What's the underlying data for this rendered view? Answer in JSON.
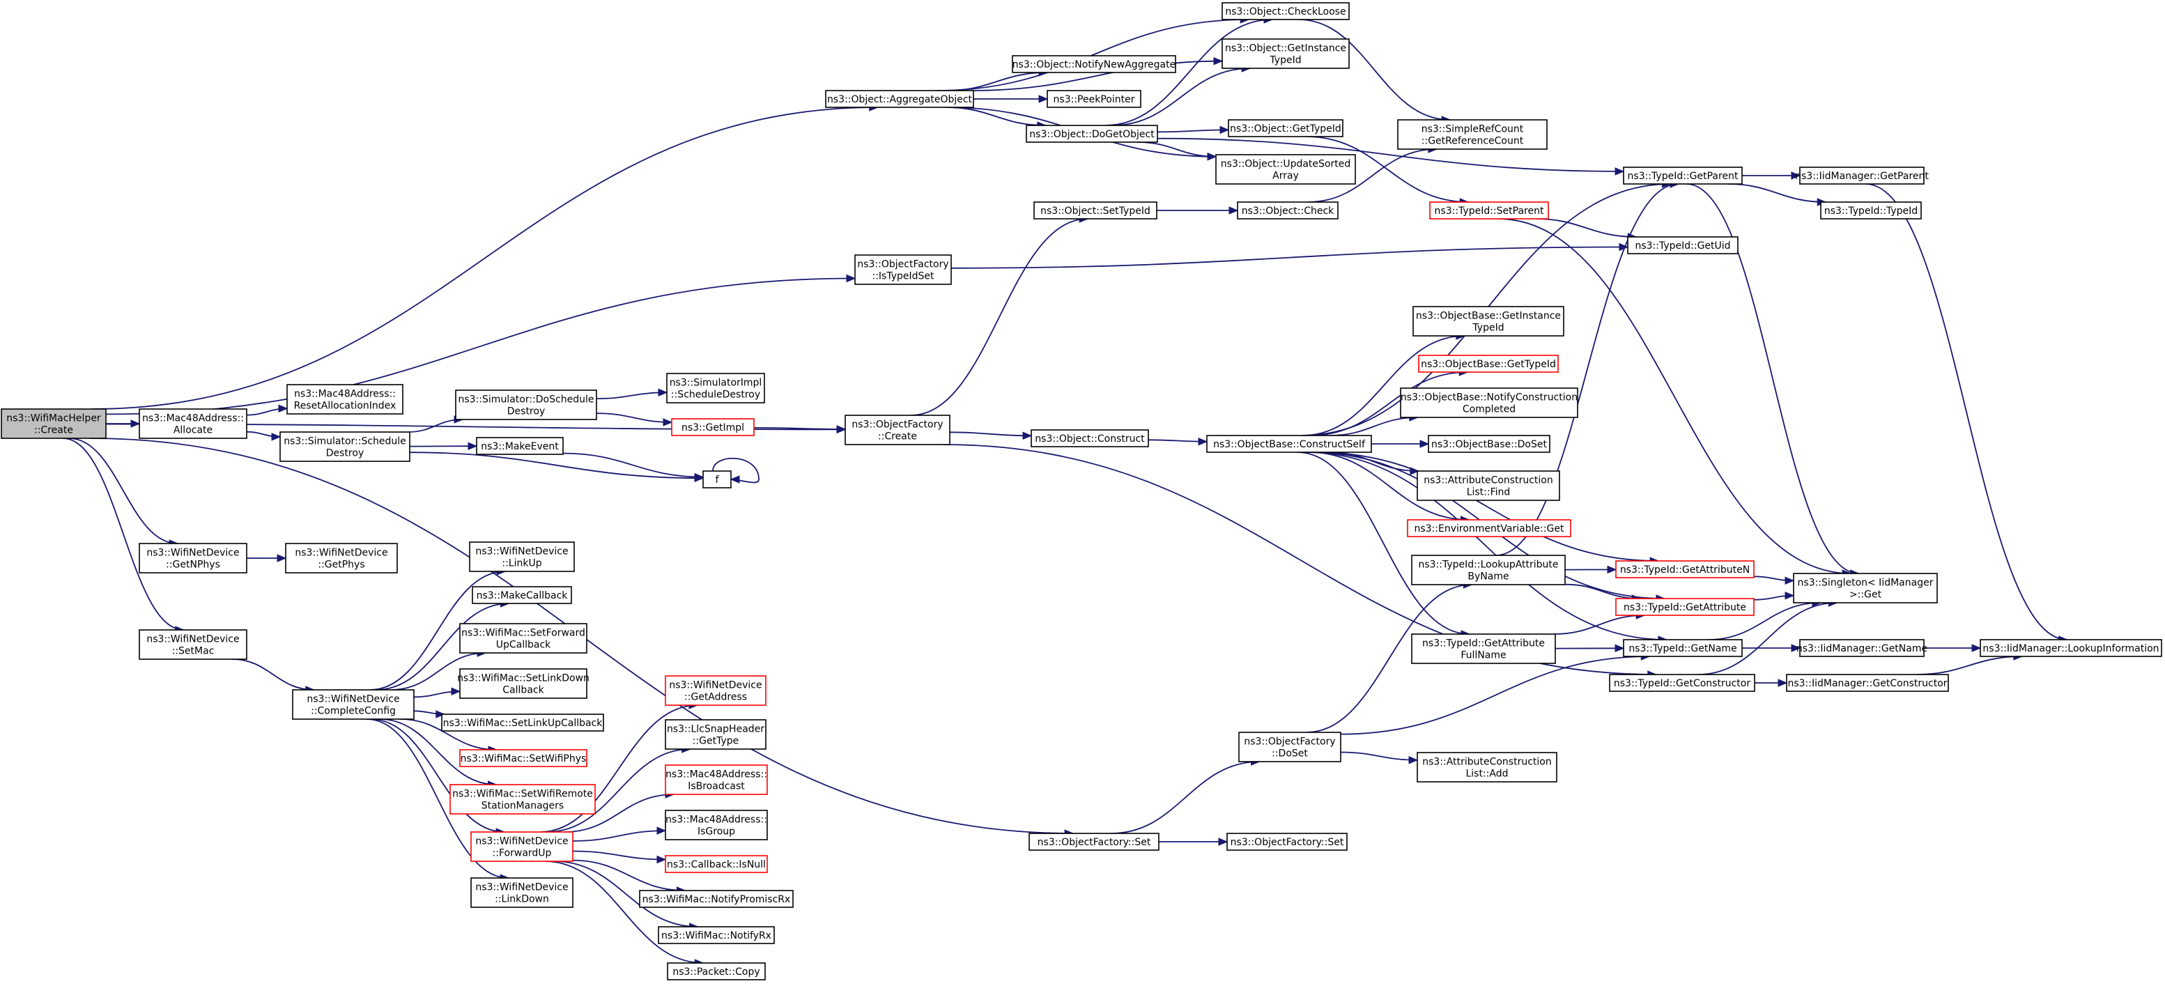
{
  "colors": {
    "edge": "#191970",
    "highlight_border": "#ff0000",
    "root_fill": "#bfbfbf",
    "box_border": "#000000",
    "background": "#ffffff"
  },
  "nodes": [
    {
      "id": "root",
      "lines": [
        "ns3::WifiMacHelper",
        "::Create"
      ],
      "root": true
    },
    {
      "id": "m48alloc",
      "lines": [
        "ns3::Mac48Address::",
        "Allocate"
      ]
    },
    {
      "id": "m48reset",
      "lines": [
        "ns3::Mac48Address::",
        "ResetAllocationIndex"
      ]
    },
    {
      "id": "simsched",
      "lines": [
        "ns3::Simulator::Schedule",
        "Destroy"
      ]
    },
    {
      "id": "simdosched",
      "lines": [
        "ns3::Simulator::DoSchedule",
        "Destroy"
      ]
    },
    {
      "id": "simimpl",
      "lines": [
        "ns3::SimulatorImpl",
        "::ScheduleDestroy"
      ]
    },
    {
      "id": "getimpl",
      "lines": [
        "ns3::GetImpl"
      ],
      "red": true
    },
    {
      "id": "makeevent",
      "lines": [
        "ns3::MakeEvent"
      ]
    },
    {
      "id": "f",
      "lines": [
        "f"
      ]
    },
    {
      "id": "aggregate",
      "lines": [
        "ns3::Object::AggregateObject"
      ]
    },
    {
      "id": "checkloose",
      "lines": [
        "ns3::Object::CheckLoose"
      ]
    },
    {
      "id": "getinst",
      "lines": [
        "ns3::Object::GetInstance",
        "TypeId"
      ]
    },
    {
      "id": "notifyagg",
      "lines": [
        "ns3::Object::NotifyNewAggregate"
      ]
    },
    {
      "id": "peek",
      "lines": [
        "ns3::PeekPointer"
      ]
    },
    {
      "id": "dogetobj",
      "lines": [
        "ns3::Object::DoGetObject"
      ]
    },
    {
      "id": "objgettid",
      "lines": [
        "ns3::Object::GetTypeId"
      ]
    },
    {
      "id": "updsorted",
      "lines": [
        "ns3::Object::UpdateSorted",
        "Array"
      ]
    },
    {
      "id": "simpleref",
      "lines": [
        "ns3::SimpleRefCount",
        "::GetReferenceCount"
      ]
    },
    {
      "id": "tidparent",
      "lines": [
        "ns3::TypeId::GetParent"
      ]
    },
    {
      "id": "iidparent",
      "lines": [
        "ns3::IidManager::GetParent"
      ]
    },
    {
      "id": "tidtid",
      "lines": [
        "ns3::TypeId::TypeId"
      ]
    },
    {
      "id": "tidsetparent",
      "lines": [
        "ns3::TypeId::SetParent"
      ],
      "red": true
    },
    {
      "id": "tiduid",
      "lines": [
        "ns3::TypeId::GetUid"
      ]
    },
    {
      "id": "setTypeId",
      "lines": [
        "ns3::Object::SetTypeId"
      ]
    },
    {
      "id": "objcheck",
      "lines": [
        "ns3::Object::Check"
      ]
    },
    {
      "id": "ofistype",
      "lines": [
        "ns3::ObjectFactory",
        "::IsTypeIdSet"
      ]
    },
    {
      "id": "ofcreate",
      "lines": [
        "ns3::ObjectFactory",
        "::Create"
      ]
    },
    {
      "id": "objconstruct",
      "lines": [
        "ns3::Object::Construct"
      ]
    },
    {
      "id": "constructself",
      "lines": [
        "ns3::ObjectBase::ConstructSelf"
      ]
    },
    {
      "id": "obgetinst",
      "lines": [
        "ns3::ObjectBase::GetInstance",
        "TypeId"
      ]
    },
    {
      "id": "obgettid",
      "lines": [
        "ns3::ObjectBase::GetTypeId"
      ],
      "red": true
    },
    {
      "id": "obnotify",
      "lines": [
        "ns3::ObjectBase::NotifyConstruction",
        "Completed"
      ]
    },
    {
      "id": "obdoset",
      "lines": [
        "ns3::ObjectBase::DoSet"
      ]
    },
    {
      "id": "aclfind",
      "lines": [
        "ns3::AttributeConstruction",
        "List::Find"
      ]
    },
    {
      "id": "envget",
      "lines": [
        "ns3::EnvironmentVariable::Get"
      ],
      "red": true
    },
    {
      "id": "lookupattr",
      "lines": [
        "ns3::TypeId::LookupAttribute",
        "ByName"
      ]
    },
    {
      "id": "getattrn",
      "lines": [
        "ns3::TypeId::GetAttributeN"
      ],
      "red": true
    },
    {
      "id": "getattr",
      "lines": [
        "ns3::TypeId::GetAttribute"
      ],
      "red": true
    },
    {
      "id": "singleton",
      "lines": [
        "ns3::Singleton< IidManager",
        " >::Get"
      ]
    },
    {
      "id": "getattrfull",
      "lines": [
        "ns3::TypeId::GetAttribute",
        "FullName"
      ]
    },
    {
      "id": "tidgetname",
      "lines": [
        "ns3::TypeId::GetName"
      ]
    },
    {
      "id": "iidgetname",
      "lines": [
        "ns3::IidManager::GetName"
      ]
    },
    {
      "id": "lookupinfo",
      "lines": [
        "ns3::IidManager::LookupInformation"
      ]
    },
    {
      "id": "tidgetctor",
      "lines": [
        "ns3::TypeId::GetConstructor"
      ]
    },
    {
      "id": "iidgetctor",
      "lines": [
        "ns3::IidManager::GetConstructor"
      ]
    },
    {
      "id": "ofdoset",
      "lines": [
        "ns3::ObjectFactory",
        "::DoSet"
      ]
    },
    {
      "id": "acladd",
      "lines": [
        "ns3::AttributeConstruction",
        "List::Add"
      ]
    },
    {
      "id": "ofset",
      "lines": [
        "ns3::ObjectFactory::Set"
      ]
    },
    {
      "id": "ofset2",
      "lines": [
        "ns3::ObjectFactory::Set"
      ]
    },
    {
      "id": "getnphys",
      "lines": [
        "ns3::WifiNetDevice",
        "::GetNPhys"
      ]
    },
    {
      "id": "getphys",
      "lines": [
        "ns3::WifiNetDevice",
        "::GetPhys"
      ]
    },
    {
      "id": "setmac",
      "lines": [
        "ns3::WifiNetDevice",
        "::SetMac"
      ]
    },
    {
      "id": "completecfg",
      "lines": [
        "ns3::WifiNetDevice",
        "::CompleteConfig"
      ]
    },
    {
      "id": "linkup",
      "lines": [
        "ns3::WifiNetDevice",
        "::LinkUp"
      ]
    },
    {
      "id": "makecb",
      "lines": [
        "ns3::MakeCallback"
      ]
    },
    {
      "id": "setfwdup",
      "lines": [
        "ns3::WifiMac::SetForward",
        "UpCallback"
      ]
    },
    {
      "id": "setlinkdown",
      "lines": [
        "ns3::WifiMac::SetLinkDown",
        "Callback"
      ]
    },
    {
      "id": "setlinkup",
      "lines": [
        "ns3::WifiMac::SetLinkUpCallback"
      ]
    },
    {
      "id": "setwifiphys",
      "lines": [
        "ns3::WifiMac::SetWifiPhys"
      ],
      "red": true
    },
    {
      "id": "setremote",
      "lines": [
        "ns3::WifiMac::SetWifiRemote",
        "StationManagers"
      ],
      "red": true
    },
    {
      "id": "fwdup",
      "lines": [
        "ns3::WifiNetDevice",
        "::ForwardUp"
      ],
      "red": true
    },
    {
      "id": "linkdown",
      "lines": [
        "ns3::WifiNetDevice",
        "::LinkDown"
      ]
    },
    {
      "id": "getaddr",
      "lines": [
        "ns3::WifiNetDevice",
        "::GetAddress"
      ],
      "red": true
    },
    {
      "id": "llcgettype",
      "lines": [
        "ns3::LlcSnapHeader",
        "::GetType"
      ]
    },
    {
      "id": "isbcast",
      "lines": [
        "ns3::Mac48Address::",
        "IsBroadcast"
      ],
      "red": true
    },
    {
      "id": "isgroup",
      "lines": [
        "ns3::Mac48Address::",
        "IsGroup"
      ]
    },
    {
      "id": "cbisnull",
      "lines": [
        "ns3::Callback::IsNull"
      ],
      "red": true
    },
    {
      "id": "notifyprom",
      "lines": [
        "ns3::WifiMac::NotifyPromiscRx"
      ]
    },
    {
      "id": "notifyrx",
      "lines": [
        "ns3::WifiMac::NotifyRx"
      ]
    },
    {
      "id": "pktcopy",
      "lines": [
        "ns3::Packet::Copy"
      ]
    }
  ]
}
